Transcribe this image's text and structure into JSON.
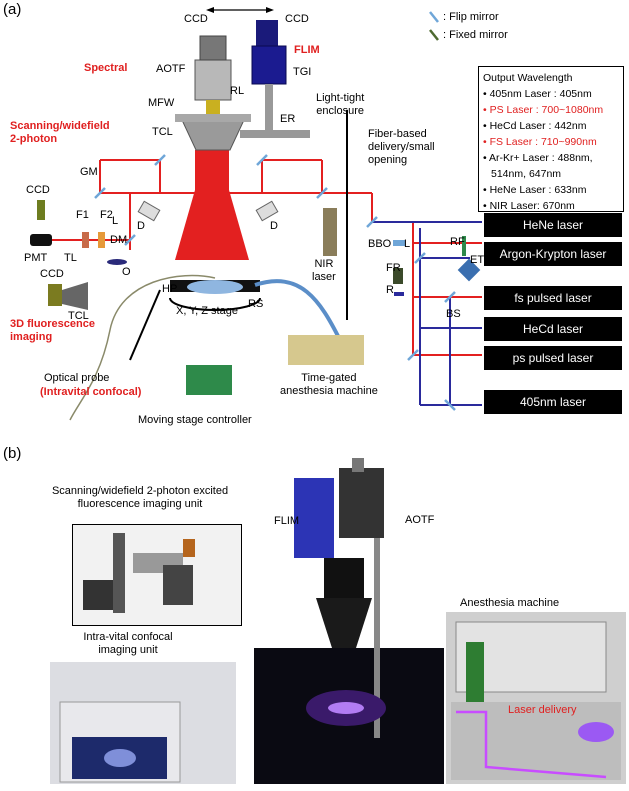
{
  "panel_a": {
    "tag": "(a)",
    "legend": {
      "flip_mirror": ": Flip mirror",
      "fixed_mirror": ": Fixed mirror"
    },
    "wavelength_box": {
      "title": "Output Wavelength",
      "lines": [
        {
          "text": "• 405nm Laser : 405nm",
          "color": "#000000"
        },
        {
          "text": "• PS Laser : 700~1080nm",
          "color": "#e02020"
        },
        {
          "text": "• HeCd Laser : 442nm",
          "color": "#000000"
        },
        {
          "text": "• FS Laser : 710~990nm",
          "color": "#e02020"
        },
        {
          "text": "• Ar-Kr+ Laser : 488nm,",
          "color": "#000000"
        },
        {
          "text": "514nm, 647nm",
          "color": "#000000"
        },
        {
          "text": "• HeNe Laser : 633nm",
          "color": "#000000"
        },
        {
          "text": "• NIR Laser: 670nm",
          "color": "#000000"
        }
      ]
    },
    "lasers": [
      "HeNe laser",
      "Argon-Krypton laser",
      "fs pulsed laser",
      "HeCd laser",
      "ps pulsed laser",
      "405nm laser"
    ],
    "labels": {
      "ccd_top": "CCD",
      "ccd_flim": "CCD",
      "aotf": "AOTF",
      "flim": "FLIM",
      "tgi": "TGI",
      "spectral": "Spectral",
      "rl": "RL",
      "mfw": "MFW",
      "tcl_center": "TCL",
      "er": "ER",
      "light_tight": "Light-tight\nenclosure",
      "fiber": "Fiber-based\ndelivery/small\nopening",
      "scanning": "Scanning/widefield\n2-photon",
      "gm": "GM",
      "ccd_left": "CCD",
      "f1": "F1",
      "f2": "F2",
      "l_left": "L",
      "pmt": "PMT",
      "tl": "TL",
      "dm": "DM",
      "o": "O",
      "d_left": "D",
      "d_right": "D",
      "nir": "NIR\nlaser",
      "bbo": "BBO",
      "l_right": "L",
      "rf": "RF",
      "fr": "FR",
      "r": "R",
      "et": "ET",
      "bs": "BS",
      "ccd_3d": "CCD",
      "tcl_3d": "TCL",
      "fluor3d": "3D fluorescence\nimaging",
      "hp": "HP",
      "rs": "RS",
      "stage": "X, Y, Z stage",
      "optical_probe": "Optical probe",
      "intravital": "(Intravital confocal)",
      "time_gated": "Time-gated\nanesthesia machine",
      "moving_stage": "Moving stage controller"
    }
  },
  "panel_b": {
    "tag": "(b)",
    "labels": {
      "scanning_unit": "Scanning/widefield 2-photon excited\nfluorescence imaging unit",
      "flim": "FLIM",
      "aotf": "AOTF",
      "intravital_unit": "Intra-vital confocal\nimaging unit",
      "anesthesia": "Anesthesia machine",
      "laser_delivery": "Laser delivery"
    }
  },
  "colors": {
    "beam_red": "#e32020",
    "beam_blue": "#2a2a9c",
    "flip_mirror": "#6fa6d8",
    "fixed_mirror": "#4e6a30",
    "label_red": "#e02020"
  }
}
